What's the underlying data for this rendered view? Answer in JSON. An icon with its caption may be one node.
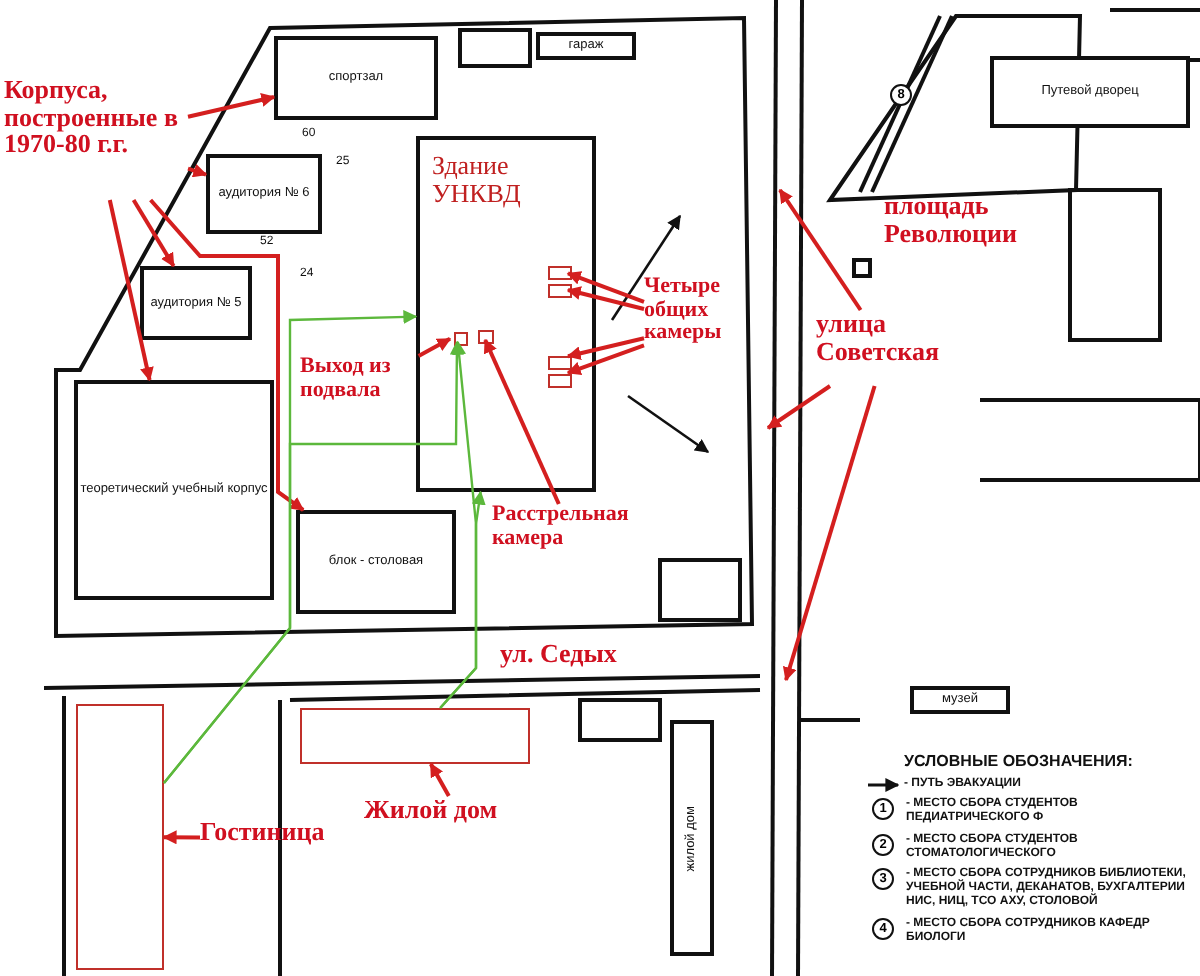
{
  "diagram": {
    "nodes": [
      {
        "text": [
          "спортзал"
        ]
      },
      {
        "text": [
          "гараж"
        ]
      },
      {
        "text": [
          "Корпуса, построенные в 1970-80 г.г."
        ]
      },
      {
        "text": [
          "аудитория № 6"
        ]
      },
      {
        "text": [
          "Здание УНКВД"
        ]
      },
      {
        "text": [
          "Путевой дворец"
        ]
      },
      {
        "text": [
          "аудитория № 5"
        ]
      },
      {
        "text": [],
        "shape": "box",
        "in": 4
      },
      {
        "text": [],
        "shape": "box",
        "in": 4
      },
      {
        "text": [
          "Четыре общих камеры"
        ]
      },
      {
        "text": [
          "улица Советская"
        ]
      },
      {
        "text": [
          "Выход из подвала"
        ]
      },
      {
        "text": [],
        "shape": "box",
        "in": 4
      },
      {
        "text": [],
        "shape": "box",
        "in": 4
      },
      {
        "text": [],
        "shape": "box",
        "in": 4
      },
      {
        "text": [],
        "shape": "box",
        "in": 4
      },
      {
        "text": [
          "теоретический учебный корпус"
        ]
      },
      {
        "text": [
          "Расстрельная камера"
        ]
      },
      {
        "text": [
          "блок - столовая"
        ]
      },
      {
        "text": [],
        "shape": "box"
      },
      {
        "text": [],
        "shape": "box"
      },
      {
        "text": [
          "музей"
        ]
      },
      {
        "text": [
          "Гостиница"
        ]
      },
      {
        "text": [
          "Жилой дом"
        ]
      },
      {
        "text": [
          "жилой дом"
        ]
      }
    ],
    "edges": [
      {
        "from": 2,
        "to": 0,
        "arrow": "to"
      },
      {
        "from": 2,
        "to": 3,
        "arrow": "to"
      },
      {
        "from": 2,
        "to": 6,
        "arrow": "to"
      },
      {
        "from": 2,
        "to": 16,
        "arrow": "to"
      },
      {
        "from": 2,
        "to": 18,
        "arrow": "to"
      },
      {
        "from": 9,
        "to": 7,
        "arrow": "to"
      },
      {
        "from": 9,
        "to": 8,
        "arrow": "to"
      },
      {
        "from": 9,
        "to": 14,
        "arrow": "to"
      },
      {
        "from": 9,
        "to": 15,
        "arrow": "to"
      },
      {
        "from": 10,
        "to": null,
        "arrow": "to"
      },
      {
        "from": 10,
        "to": null,
        "arrow": "to"
      },
      {
        "from": 10,
        "to": null,
        "arrow": "to"
      },
      {
        "from": 11,
        "to": 12,
        "arrow": "to"
      },
      {
        "from": 17,
        "to": 13,
        "arrow": "to"
      },
      {
        "from": 22,
        "to": 19,
        "arrow": "to"
      },
      {
        "from": 23,
        "to": 20,
        "arrow": "to"
      },
      {
        "from": 19,
        "to": 4,
        "arrow": "to",
        "color": "#5cb83c"
      },
      {
        "from": 19,
        "to": 12,
        "arrow": "to",
        "color": "#5cb83c"
      },
      {
        "from": 20,
        "to": 4,
        "arrow": "to",
        "color": "#5cb83c"
      },
      {
        "from": 20,
        "to": 12,
        "arrow": "to",
        "color": "#5cb83c"
      }
    ],
    "labels": [
      "60",
      "25",
      "8",
      "52",
      "24",
      "площадь Революции",
      "ул. Седых",
      "УСЛОВНЫЕ ОБОЗНАЧЕНИЯ:",
      "1",
      "2",
      "3",
      "4"
    ],
    "legend": [
      {
        "text": "- ПУТЬ ЭВАКУАЦИИ"
      },
      {
        "text": "- МЕСТО СБОРА СТУДЕНТОВ ПЕДИАТРИЧЕСКОГО Ф"
      },
      {
        "text": "- МЕСТО СБОРА СТУДЕНТОВ СТОМАТОЛОГИЧЕСКОГО"
      },
      {
        "text": "- МЕСТО СБОРА СОТРУДНИКОВ БИБЛИОТЕКИ, УЧЕБНОЙ ЧАСТИ, ДЕКАНАТОВ, БУХГАЛТЕРИИ НИС, НИЦ, ТСО АХУ, СТОЛОВОЙ"
      },
      {
        "text": "- МЕСТО СБОРА СОТРУДНИКОВ КАФЕДР БИОЛОГИ"
      }
    ]
  }
}
